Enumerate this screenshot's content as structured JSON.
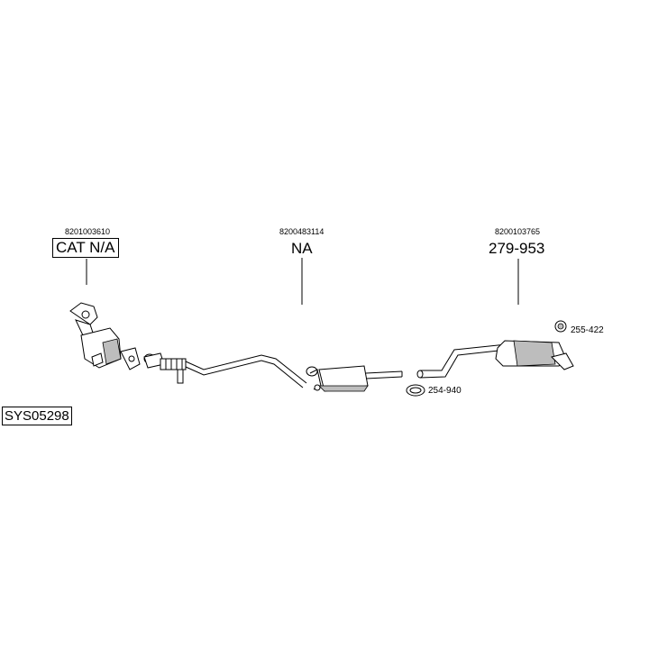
{
  "system_code": "SYS05298",
  "groups": [
    {
      "oem": "8201003610",
      "part": "CAT N/A"
    },
    {
      "oem": "8200483114",
      "part": "NA"
    },
    {
      "oem": "8200103765",
      "part": "279-953"
    }
  ],
  "accessories": [
    {
      "part": "255-422"
    },
    {
      "part": "254-940"
    }
  ],
  "colors": {
    "line": "#000000",
    "shade": "#bdbdbd",
    "background": "#ffffff"
  }
}
